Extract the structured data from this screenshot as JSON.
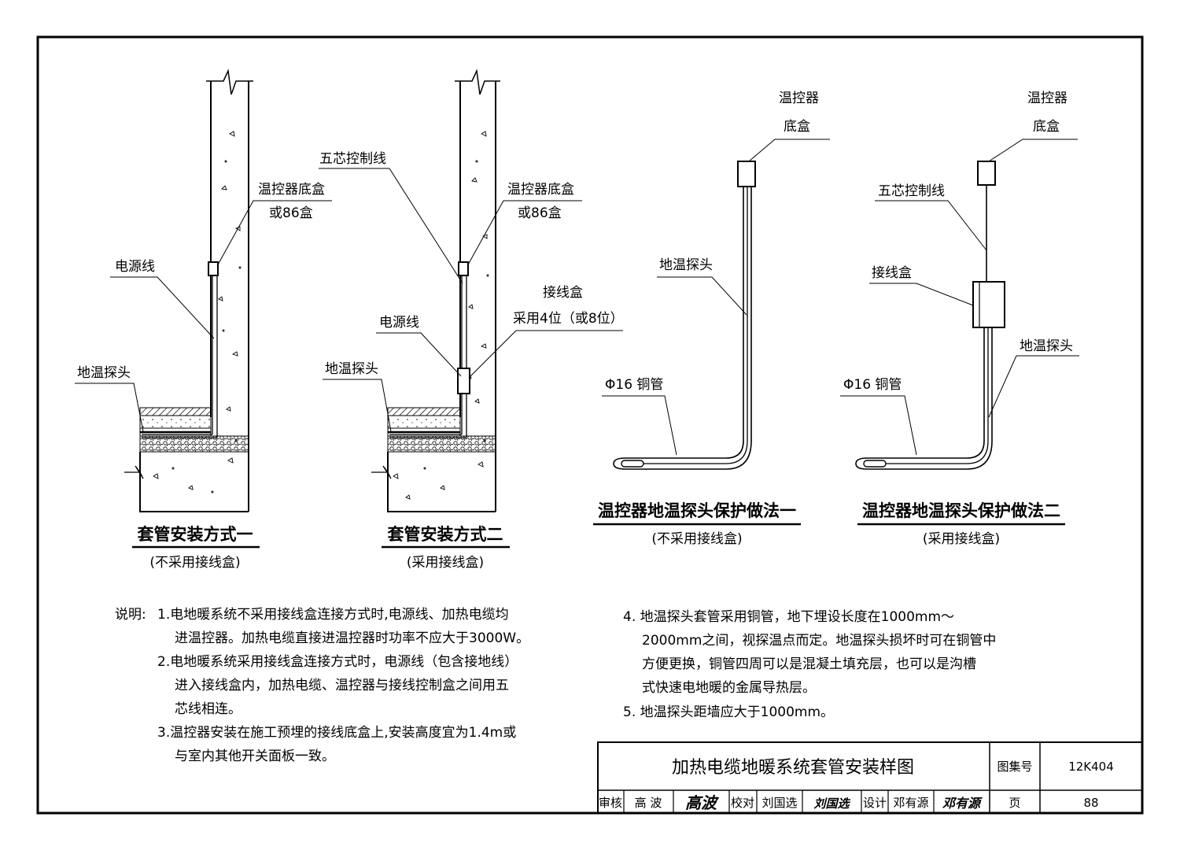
{
  "diagrams": {
    "sleeve1": {
      "title": "套管安装方式一",
      "subtitle": "(不采用接线盒)",
      "labels": {
        "box": "温控器底盒",
        "box2": "或86盒",
        "power": "电源线",
        "probe": "地温探头"
      }
    },
    "sleeve2": {
      "title": "套管安装方式二",
      "subtitle": "(采用接线盒)",
      "labels": {
        "wire5": "五芯控制线",
        "box": "温控器底盒",
        "box2": "或86盒",
        "jbox": "接线盒",
        "jbox2": "采用4位（或8位）",
        "power": "电源线",
        "probe": "地温探头"
      }
    },
    "protect1": {
      "title": "温控器地温探头保护做法一",
      "subtitle": "(不采用接线盒)",
      "labels": {
        "tc": "温控器",
        "tc2": "底盒",
        "probe": "地温探头",
        "pipe": "Φ16 铜管"
      }
    },
    "protect2": {
      "title": "温控器地温探头保护做法二",
      "subtitle": "(采用接线盒)",
      "labels": {
        "tc": "温控器",
        "tc2": "底盒",
        "wire5": "五芯控制线",
        "jbox": "接线盒",
        "probe": "地温探头",
        "pipe": "Φ16 铜管"
      }
    }
  },
  "notes": {
    "prefix": "说明:",
    "left_lines": [
      "1.电地暖系统不采用接线盒连接方式时,电源线、加热电缆均",
      "进温控器。加热电缆直接进温控器时功率不应大于3000W。",
      "2.电地暖系统采用接线盒连接方式时，电源线（包含接地线）",
      "进入接线盒内，加热电缆、温控器与接线控制盒之间用五",
      "芯线相连。",
      "3.温控器安装在施工预埋的接线底盒上,安装高度宜为1.4m或",
      "与室内其他开关面板一致。"
    ],
    "right_lines": [
      "4.  地温探头套管采用铜管，地下埋设长度在1000mm～",
      "2000mm之间，视探温点而定。地温探头损坏时可在铜管中",
      "方便更换，铜管四周可以是混凝土填充层，也可以是沟槽",
      "式快速电地暖的金属导热层。",
      "5.  地温探头距墙应大于1000mm。"
    ]
  },
  "title_block": {
    "title": "加热电缆地暖系统套管安装样图",
    "atlas_label": "图集号",
    "atlas_no": "12K404",
    "page_label": "页",
    "page_no": "88",
    "review_label": "审核",
    "review_name": "高  波",
    "review_sig": "高波",
    "check_label": "校对",
    "check_name": "刘国选",
    "check_sig": "刘国选",
    "design_label": "设计",
    "design_name": "邓有源",
    "design_sig": "邓有源"
  }
}
